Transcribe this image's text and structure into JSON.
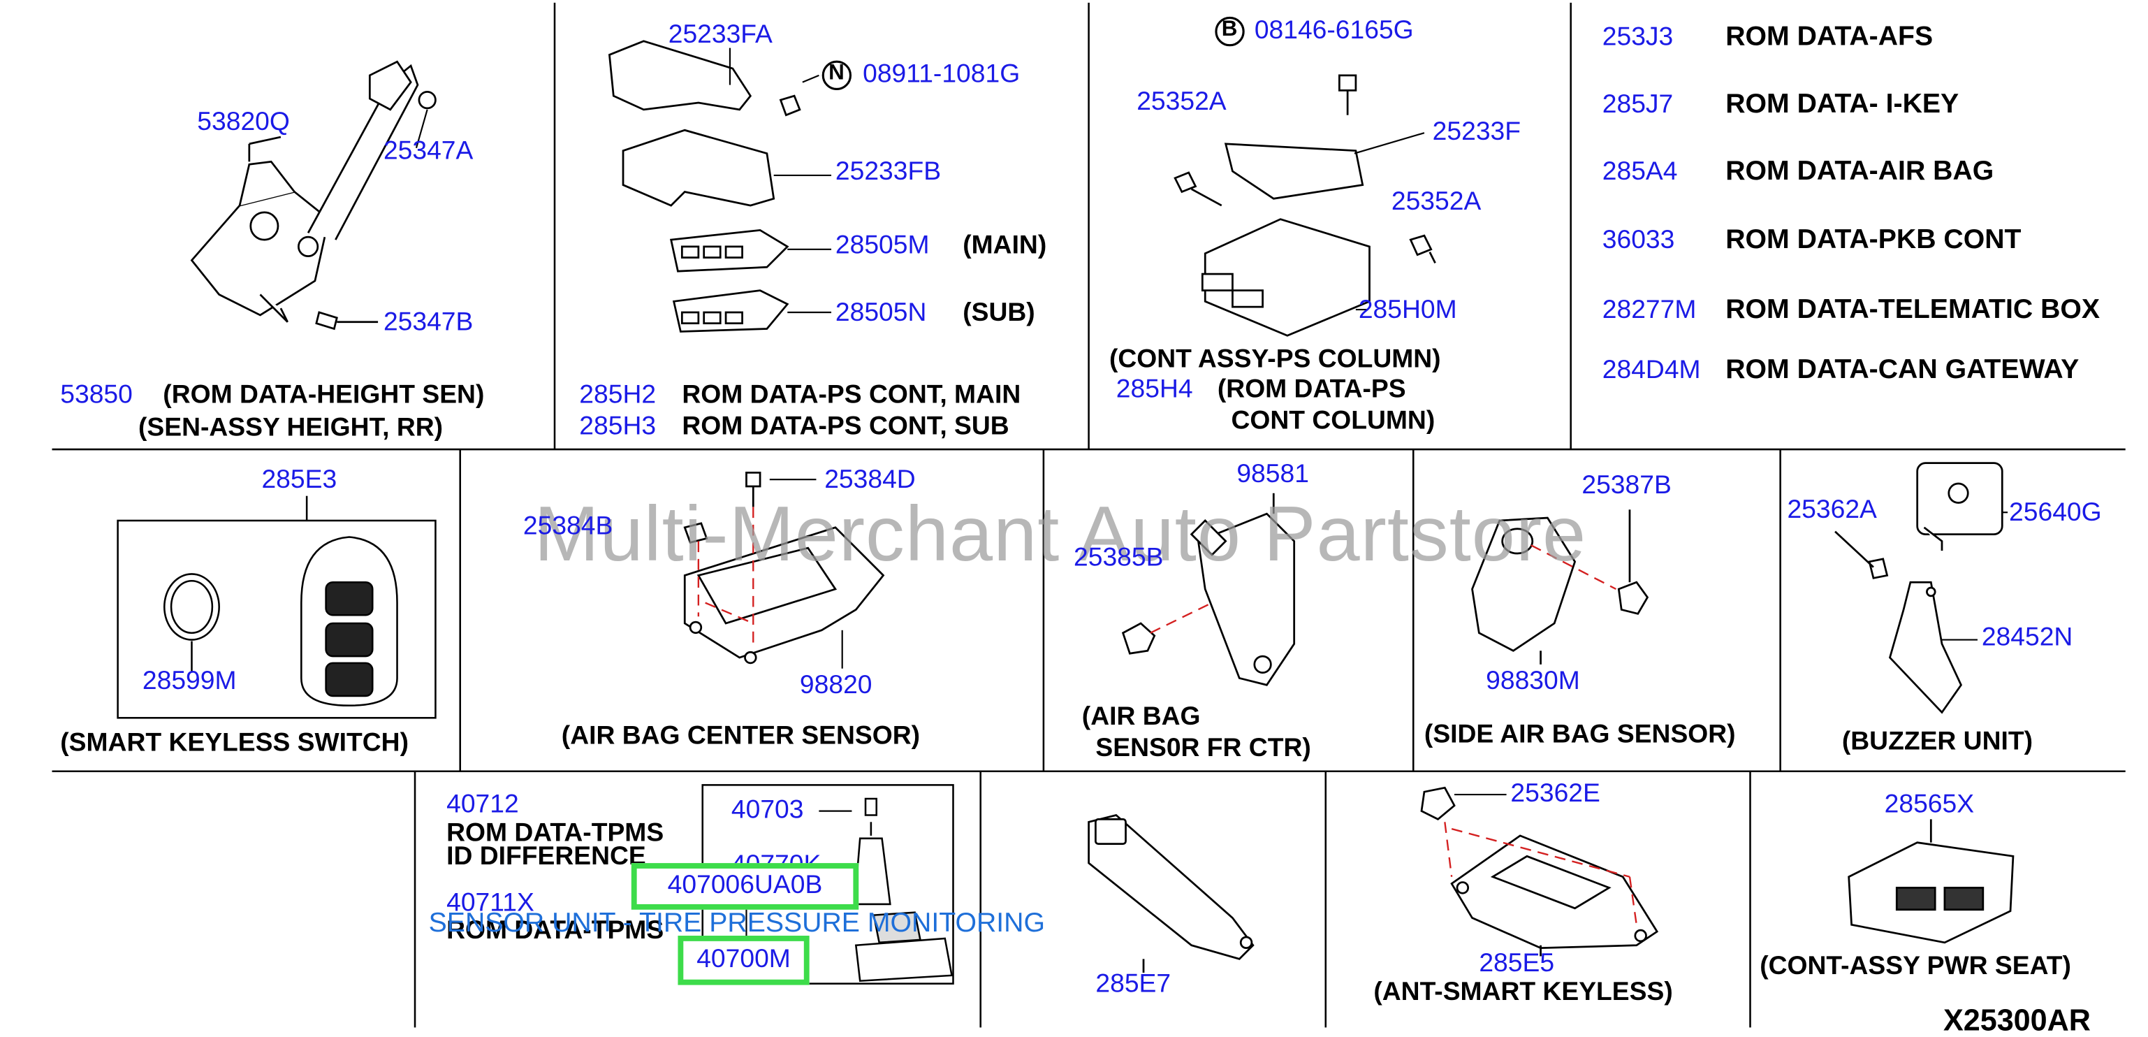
{
  "colors": {
    "part_number": "#1a1ae6",
    "highlight_border": "#3ddc4a",
    "leader_dash": "#d42020",
    "tooltip_text": "#1e6fd9",
    "watermark": "#9c9c9c"
  },
  "watermark": "Multi-Merchant Auto Partstore",
  "tooltip": "SENSOR UNIT - TIRE PRESSURE MONITORING",
  "diagram_code": "X25300AR",
  "sections": {
    "height_sensor": {
      "parts": [
        "53820Q",
        "25347A",
        "25347B"
      ],
      "rom_number": "53850",
      "rom_label": "(ROM DATA-HEIGHT SEN)",
      "caption": "(SEN-ASSY HEIGHT, RR)"
    },
    "ps_cont": {
      "parts": [
        "25233FA",
        "08911-1081G",
        "25233FB",
        "28505M",
        "28505N"
      ],
      "nut_marker": "N",
      "main_tag": "(MAIN)",
      "sub_tag": "(SUB)",
      "rom_main_number": "285H2",
      "rom_main_label": "ROM DATA-PS CONT, MAIN",
      "rom_sub_number": "285H3",
      "rom_sub_label": "ROM DATA-PS CONT, SUB"
    },
    "ps_column": {
      "bolt_marker": "B",
      "parts": [
        "08146-6165G",
        "25352A",
        "25233F",
        "25352A",
        "285H0M"
      ],
      "caption": "(CONT ASSY-PS COLUMN)",
      "rom_number": "285H4",
      "rom_label_1": "(ROM DATA-PS",
      "rom_label_2": "CONT COLUMN)"
    },
    "rom_list": {
      "rows": [
        {
          "number": "253J3",
          "label": "ROM DATA-AFS"
        },
        {
          "number": "285J7",
          "label": "ROM DATA- I-KEY"
        },
        {
          "number": "285A4",
          "label": "ROM DATA-AIR BAG"
        },
        {
          "number": "36033",
          "label": "ROM DATA-PKB CONT"
        },
        {
          "number": "28277M",
          "label": "ROM DATA-TELEMATIC BOX"
        },
        {
          "number": "284D4M",
          "label": "ROM DATA-CAN GATEWAY"
        }
      ]
    },
    "smart_keyless": {
      "parts": [
        "285E3",
        "28599M"
      ],
      "caption": "(SMART KEYLESS SWITCH)"
    },
    "airbag_center": {
      "parts": [
        "25384D",
        "25384B",
        "98820"
      ],
      "caption": "(AIR BAG CENTER SENSOR)"
    },
    "airbag_fr_ctr": {
      "parts": [
        "98581",
        "25385B"
      ],
      "caption_1": "(AIR BAG",
      "caption_2": "SENS0R FR CTR)"
    },
    "side_airbag": {
      "parts": [
        "25387B",
        "98830M"
      ],
      "caption": "(SIDE AIR BAG SENSOR)"
    },
    "buzzer": {
      "parts": [
        "25362A",
        "25640G",
        "28452N"
      ],
      "caption": "(BUZZER UNIT)"
    },
    "tpms": {
      "rom_1_number": "40712",
      "rom_1_label_1": "ROM DATA-TPMS",
      "rom_1_label_2": "ID DIFFERENCE",
      "rom_2_number": "40711X",
      "rom_2_label": "ROM DATA-TPMS",
      "parts": [
        "40703",
        "40770K"
      ],
      "highlight_1": "407006UA0B",
      "highlight_2": "40700M"
    },
    "antenna_e7": {
      "parts": [
        "285E7"
      ]
    },
    "ant_smart": {
      "parts": [
        "25362E",
        "285E5"
      ],
      "caption": "(ANT-SMART KEYLESS)"
    },
    "pwr_seat": {
      "parts": [
        "28565X"
      ],
      "caption": "(CONT-ASSY PWR SEAT)"
    }
  }
}
